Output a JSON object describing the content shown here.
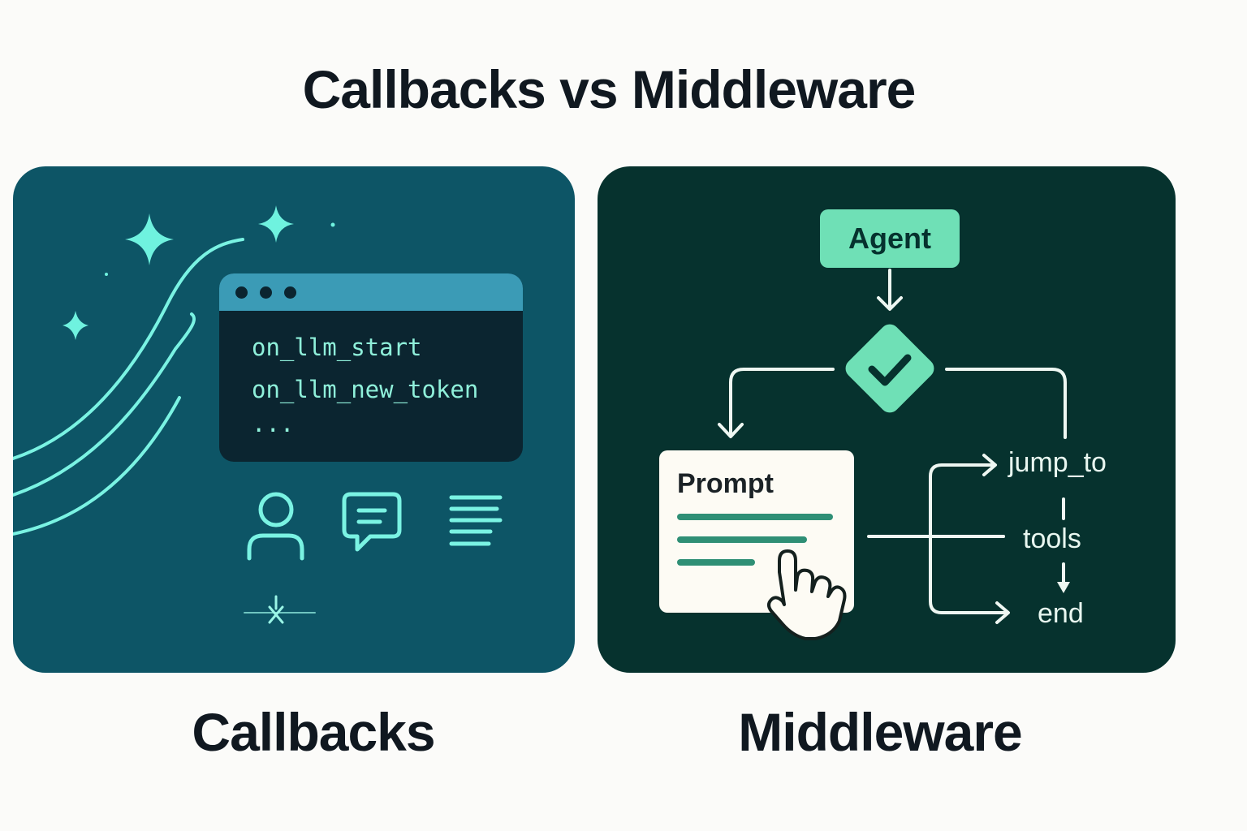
{
  "title": "Callbacks vs Middleware",
  "callbacks": {
    "caption": "Callbacks",
    "code_lines": [
      "on_llm_start",
      "on_llm_new_token",
      "..."
    ],
    "icons": [
      "sparkle-icon",
      "user-icon",
      "chat-bubble-icon",
      "list-lines-icon"
    ]
  },
  "middleware": {
    "caption": "Middleware",
    "agent_label": "Agent",
    "prompt_label": "Prompt",
    "flow_labels": {
      "jump_to": "jump_to",
      "tools": "tools",
      "end": "end"
    },
    "icons": [
      "check-icon",
      "hand-pointer-icon"
    ]
  },
  "colors": {
    "callbacks_panel": "#0d5566",
    "middleware_panel": "#06322e",
    "accent_cyan": "#5ef0d8",
    "accent_green": "#6fe0b6",
    "code_text": "#8ff0da"
  }
}
